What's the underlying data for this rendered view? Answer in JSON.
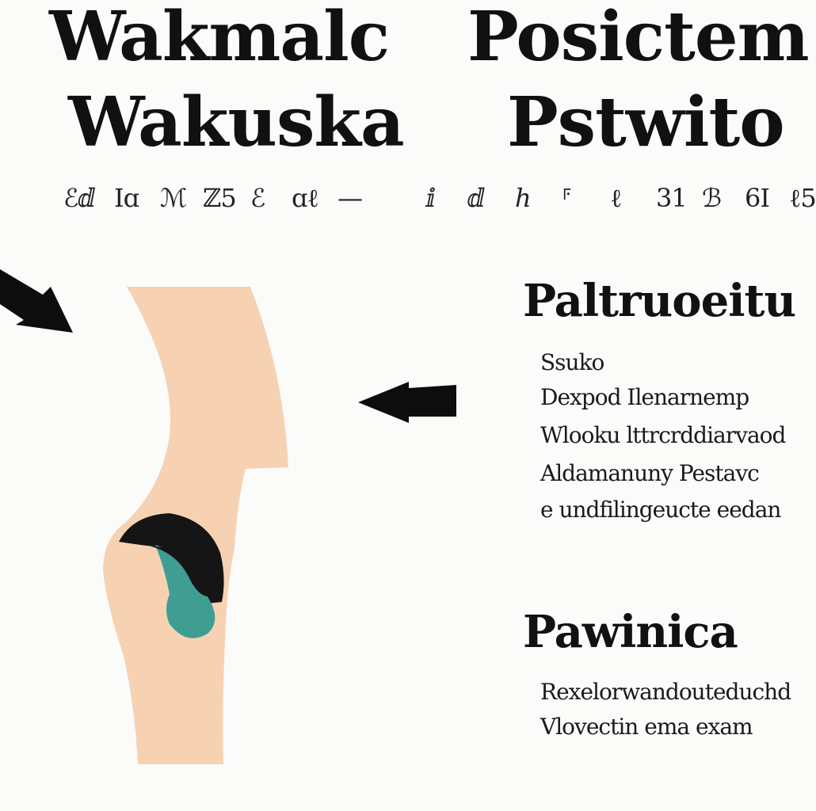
{
  "title": {
    "line1_left": "Wakmalc",
    "line1_right": "Posictem",
    "line2_left": "Wakuska",
    "line2_right": "Pstwito"
  },
  "glyph_row": [
    "ℰⅆ",
    "Ⅰɑ",
    "ℳ",
    "ℤ5",
    "ℰ",
    "ɑℓ",
    "—",
    "ⅈ",
    "ⅆ",
    "ℎ",
    "⸁",
    "ℓ",
    "31",
    "ℬ",
    "6Ⅰ",
    "ℓ5"
  ],
  "section1": {
    "heading": "Paltruoeitu",
    "lines": [
      "Ssuko",
      "Dexpod Ilenarnemp",
      "Wlooku lttrcrddiarvaod",
      "Aldamanuny Pestavc",
      "e undfilingeucte eedan"
    ]
  },
  "section2": {
    "heading": "Pawinica",
    "lines": [
      "Rexelorwandouteduchd",
      "Vlovectin ema exam"
    ]
  },
  "colors": {
    "skin": "#f6d2b3",
    "band": "#151515",
    "teal": "#3f9d92",
    "arrow": "#0d0d0d",
    "text": "#111111",
    "background": "#fbfbfa"
  }
}
